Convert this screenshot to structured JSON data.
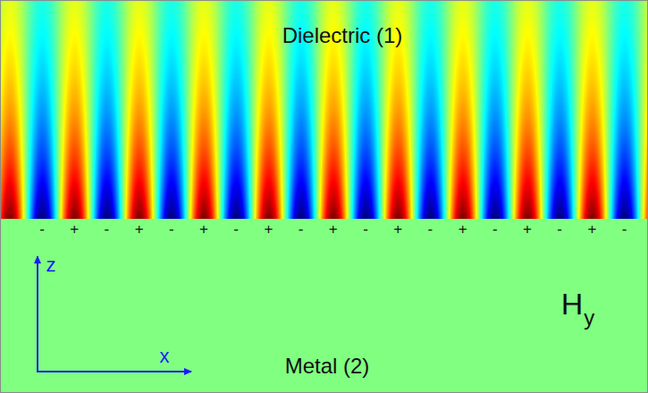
{
  "diagram": {
    "nodes": [
      {
        "text": [
          "Dielectric (1)"
        ]
      },
      {
        "text": [
          "Metal (2)"
        ]
      }
    ],
    "labels": [
      "-",
      "+",
      "-",
      "+",
      "-",
      "+",
      "-",
      "+",
      "-",
      "+",
      "-",
      "+",
      "-",
      "+",
      "-",
      "+",
      "-",
      "+",
      "-",
      "z",
      "x",
      "H",
      "y"
    ]
  }
}
